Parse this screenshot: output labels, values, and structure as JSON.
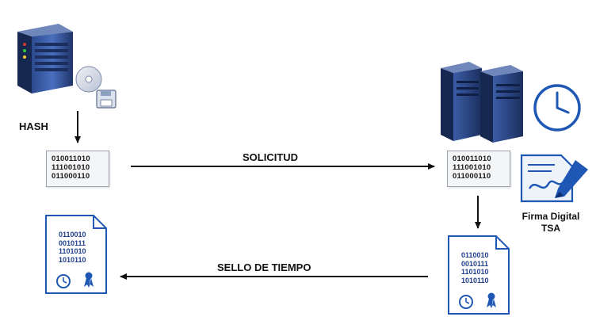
{
  "labels": {
    "hash": "HASH",
    "request": "SOLICITUD",
    "timestamp": "SELLO DE TIEMPO",
    "signature_line1": "Firma Digital",
    "signature_line2": "TSA"
  },
  "hash_lines": [
    "010011010",
    "111001010",
    "011000110"
  ],
  "document_lines": [
    "0110010",
    "0010111",
    "1101010",
    "1010110"
  ],
  "colors": {
    "server_dark": "#1f3568",
    "server_mid": "#3a5aa0",
    "accent_blue": "#1f57b5",
    "text": "#111111"
  },
  "icons": [
    "server-icon",
    "disc-icon",
    "floppy-icon",
    "clock-icon",
    "signature-icon",
    "certificate-document-icon"
  ]
}
